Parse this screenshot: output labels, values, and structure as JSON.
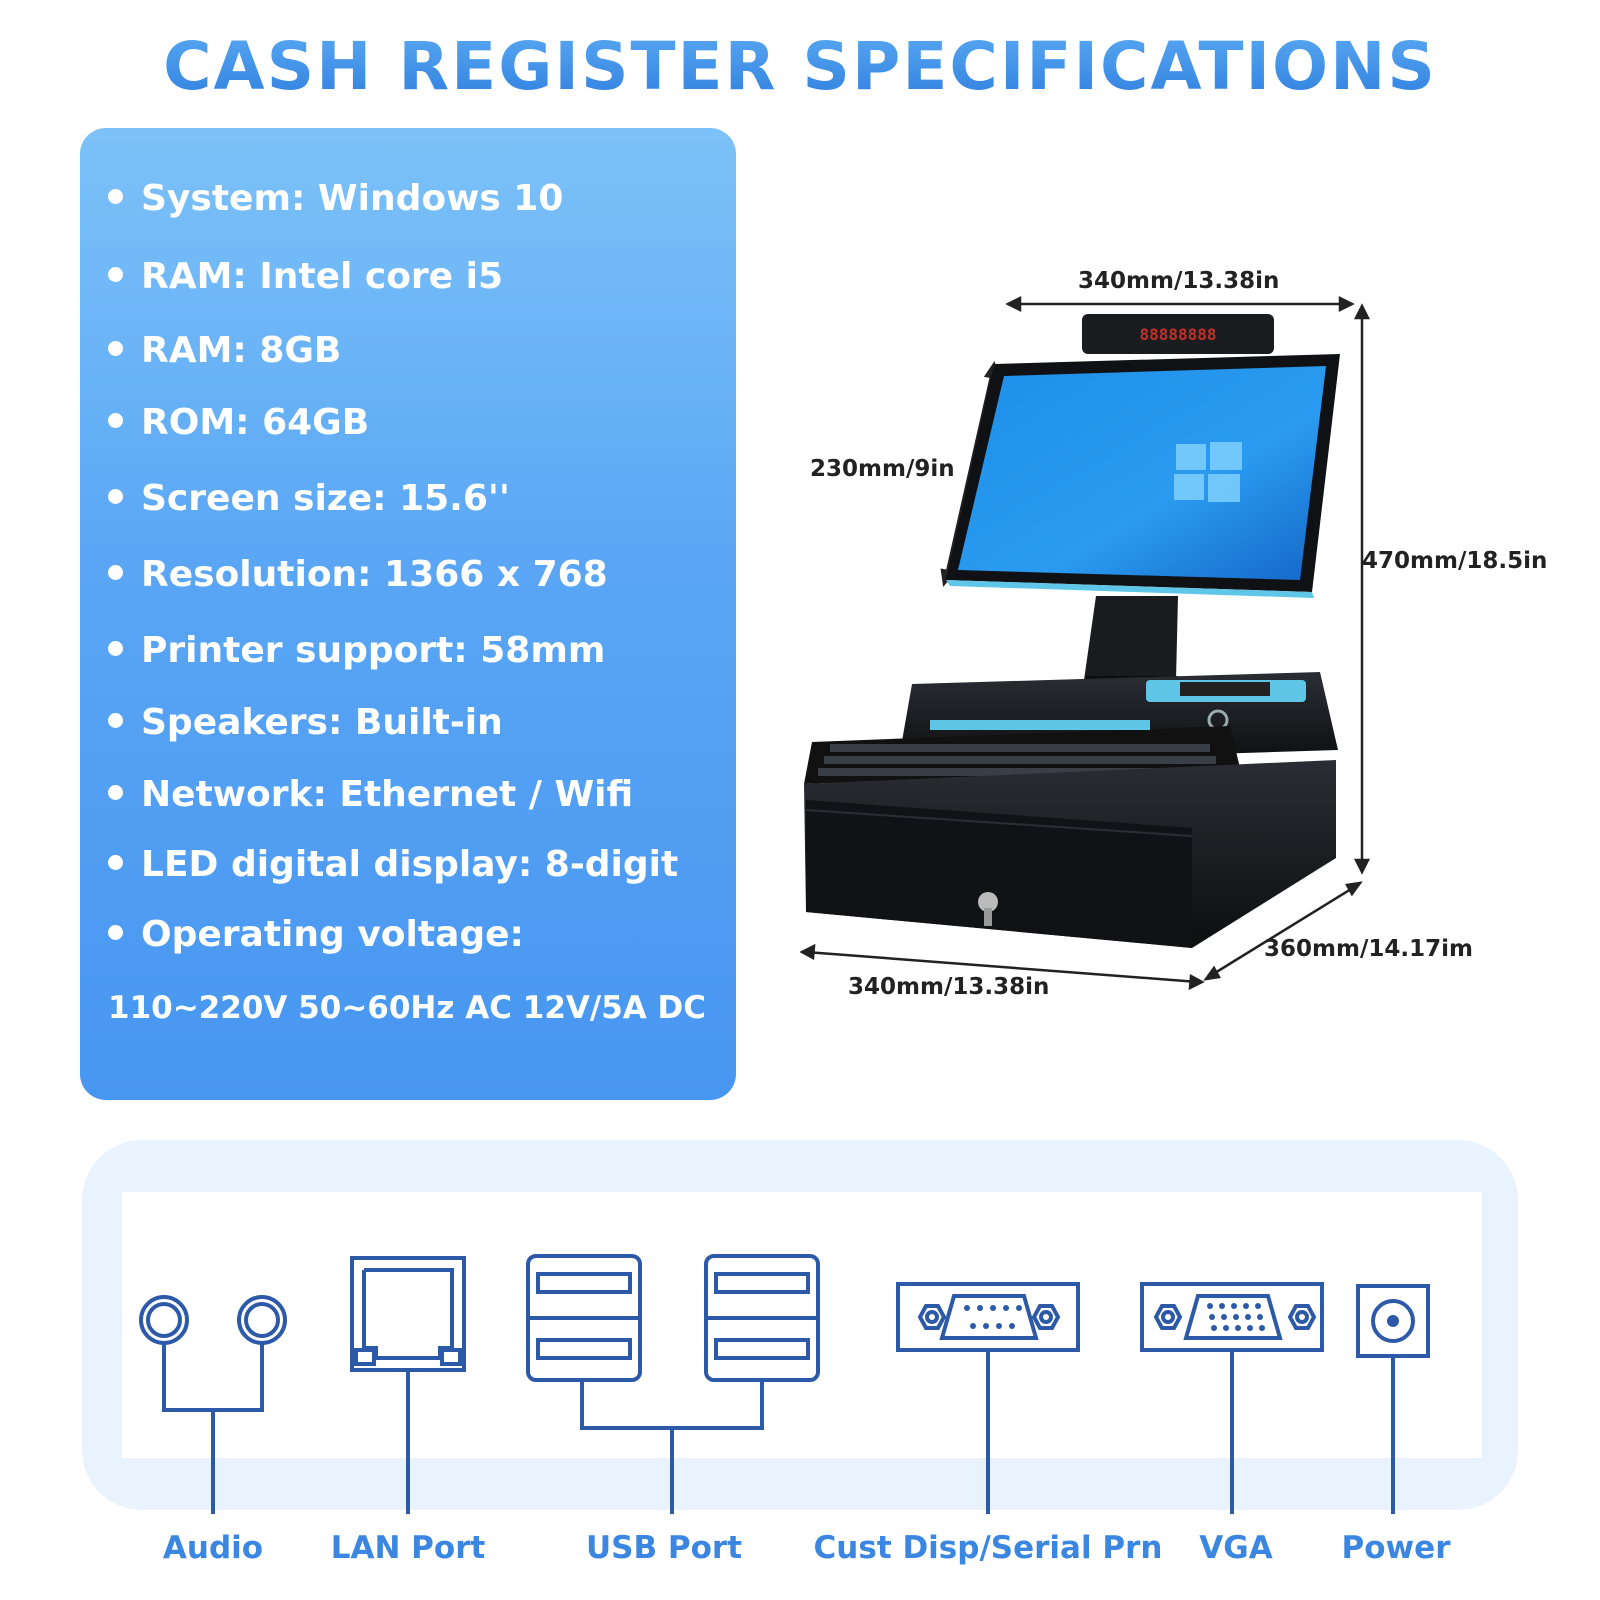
{
  "title": "CASH REGISTER SPECIFICATIONS",
  "specs": [
    "System: Windows 10",
    "RAM: Intel core i5",
    "RAM: 8GB",
    "ROM: 64GB",
    "Screen size: 15.6''",
    "Resolution: 1366 x 768",
    "Printer support: 58mm",
    "Speakers: Built-in",
    "Network: Ethernet / Wifi",
    "LED digital display: 8-digit",
    "Operating voltage:"
  ],
  "voltage_detail": "110~220V 50~60Hz AC 12V/5A DC",
  "dimensions": {
    "top_width": "340mm/13.38in",
    "screen_height": "230mm/9in",
    "total_height": "470mm/18.5in",
    "depth": "360mm/14.17im",
    "base_width": "340mm/13.38in"
  },
  "ports": {
    "audio": "Audio",
    "lan": "LAN Port",
    "usb": "USB Port",
    "serial": "Cust Disp/Serial Prn",
    "vga": "VGA",
    "power": "Power"
  },
  "colors": {
    "title": "#3d8ee6",
    "panel_top": "#7cc2f8",
    "panel_bottom": "#4796f0",
    "port_stroke": "#2d5aa8",
    "label": "#3a86e0"
  }
}
